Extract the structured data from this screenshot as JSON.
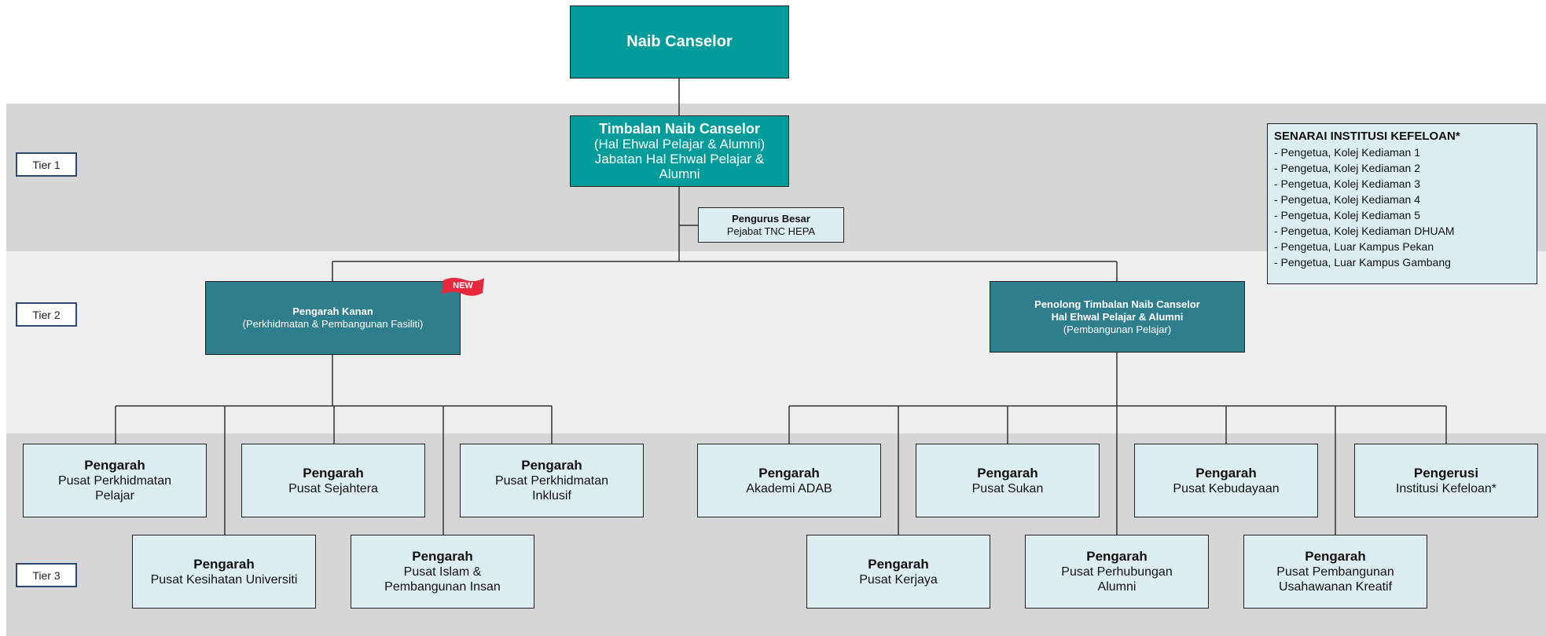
{
  "tiers": [
    "Tier 1",
    "Tier 2",
    "Tier 3"
  ],
  "vc": {
    "title": "Naib Canselor"
  },
  "tnc": {
    "title": "Timbalan Naib Canselor",
    "lines": [
      "(Hal Ehwal Pelajar & Alumni)",
      "Jabatan Hal Ehwal Pelajar &",
      "Alumni"
    ]
  },
  "pengurus": {
    "title": "Pengurus Besar",
    "sub": "Pejabat TNC HEPA"
  },
  "kanan": {
    "title": "Pengarah Kanan",
    "sub": "(Perkhidmatan & Pembangunan Fasiliti)",
    "badge": "NEW"
  },
  "penolong": {
    "title": "Penolong Timbalan Naib Canselor",
    "sub1": "Hal Ehwal Pelajar & Alumni",
    "sub2": "(Pembangunan Pelajar)"
  },
  "list": {
    "title": "SENARAI INSTITUSI KEFELOAN*",
    "items": [
      "- Pengetua, Kolej Kediaman 1",
      "- Pengetua, Kolej Kediaman 2",
      "- Pengetua, Kolej Kediaman 3",
      "- Pengetua, Kolej Kediaman 4",
      "- Pengetua, Kolej Kediaman 5",
      "- Pengetua, Kolej Kediaman DHUAM",
      "- Pengetua, Luar Kampus Pekan",
      "- Pengetua, Luar Kampus Gambang"
    ]
  },
  "directors": [
    {
      "title": "Pengarah",
      "lines": [
        "Pusat Perkhidmatan",
        "Pelajar"
      ]
    },
    {
      "title": "Pengarah",
      "lines": [
        "Pusat Sejahtera"
      ]
    },
    {
      "title": "Pengarah",
      "lines": [
        "Pusat Perkhidmatan",
        "Inklusif"
      ]
    },
    {
      "title": "Pengarah",
      "lines": [
        "Pusat Kesihatan Universiti"
      ]
    },
    {
      "title": "Pengarah",
      "lines": [
        "Pusat Islam &",
        "Pembangunan Insan"
      ]
    },
    {
      "title": "Pengarah",
      "lines": [
        "Akademi ADAB"
      ]
    },
    {
      "title": "Pengarah",
      "lines": [
        "Pusat Sukan"
      ]
    },
    {
      "title": "Pengarah",
      "lines": [
        "Pusat Kebudayaan"
      ]
    },
    {
      "title": "Pengerusi",
      "lines": [
        "Institusi Kefeloan*"
      ]
    },
    {
      "title": "Pengarah",
      "lines": [
        "Pusat Kerjaya"
      ]
    },
    {
      "title": "Pengarah",
      "lines": [
        "Pusat Perhubungan",
        "Alumni"
      ]
    },
    {
      "title": "Pengarah",
      "lines": [
        "Pusat Pembangunan",
        "Usahawanan Kreatif"
      ]
    }
  ]
}
